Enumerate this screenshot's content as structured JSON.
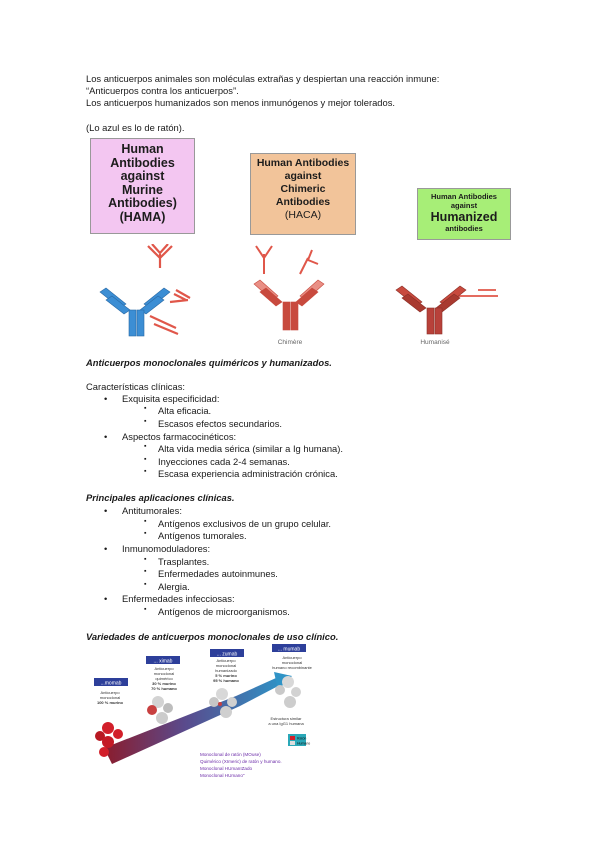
{
  "intro": {
    "line1": "Los anticuerpos animales son moléculas extrañas y despiertan una reacción inmune:",
    "line2": "“Anticuerpos contra los anticuerpos”.",
    "line3": "Los anticuerpos humanizados son menos inmunógenos y mejor tolerados.",
    "note": "(Lo azul es lo de ratón)."
  },
  "figure1": {
    "hama": [
      "Human",
      "Antibodies",
      "against",
      "Murine",
      "Antibodies)",
      "(HAMA)"
    ],
    "haca": [
      "Human Antibodies",
      "against",
      "Chimeric",
      "Antibodies",
      "(HACA)"
    ],
    "humanized": [
      "Human Antibodies",
      "against",
      "Humanized",
      "antibodies"
    ],
    "label_chimere": "Chimère",
    "label_humanise": "Humanisé",
    "colors": {
      "hama": "#f3c6f1",
      "haca": "#f2c49a",
      "humanized": "#a7ee77",
      "mouse": "#3c8ed4",
      "human": "#c84a3e"
    }
  },
  "section1": {
    "title": "Anticuerpos monoclonales quiméricos y humanizados.",
    "subtitle": "Características clínicas:",
    "items": [
      {
        "label": "Exquisita especificidad:",
        "sub": [
          "Alta eficacia.",
          "Escasos efectos secundarios."
        ]
      },
      {
        "label": "Aspectos farmacocinéticos:",
        "sub": [
          "Alta vida media sérica (similar a Ig humana).",
          "Inyecciones cada 2-4 semanas.",
          "Escasa experiencia administración crónica."
        ]
      }
    ]
  },
  "section2": {
    "title": "Principales aplicaciones clínicas.",
    "items": [
      {
        "label": "Antitumorales:",
        "sub": [
          "Antígenos exclusivos de un grupo celular.",
          "Antígenos tumorales."
        ]
      },
      {
        "label": "Inmunomoduladores:",
        "sub": [
          "Trasplantes.",
          "Enfermedades autoinmunes.",
          "Alergia."
        ]
      },
      {
        "label": "Enfermedades infecciosas:",
        "sub": [
          "Antígenos de microorganismos."
        ]
      }
    ]
  },
  "section3": {
    "title": "Variedades de anticuerpos monoclonales de uso clínico."
  },
  "figure2": {
    "tags": [
      "...momab",
      "... ximab",
      "... zumab",
      "... mumab"
    ],
    "caption_murine": [
      "Anticuerpo",
      "monoclonal",
      "100 % murino"
    ],
    "caption_chimeric": [
      "Anticuerpo",
      "monoclonal",
      "quimérico",
      "30 % murino",
      "70 % humano"
    ],
    "caption_humanized": [
      "Anticuerpo",
      "monoclonal",
      "humanizado",
      "5 % murino",
      "95 % humano"
    ],
    "caption_human": [
      "Anticuerpo",
      "monoclonal",
      "humano recombinante"
    ],
    "structure": [
      "Estructura similar",
      "a una IgG1 humana"
    ],
    "legend_mouse": "Ratón",
    "legend_human": "Humano",
    "legend": [
      "Monoclonal de ratón (MOuse)",
      "Quimérico (XImeric) de ratón y humano.",
      "Monoclonal HUmanIZado",
      "Monoclonal HUmano\""
    ]
  }
}
